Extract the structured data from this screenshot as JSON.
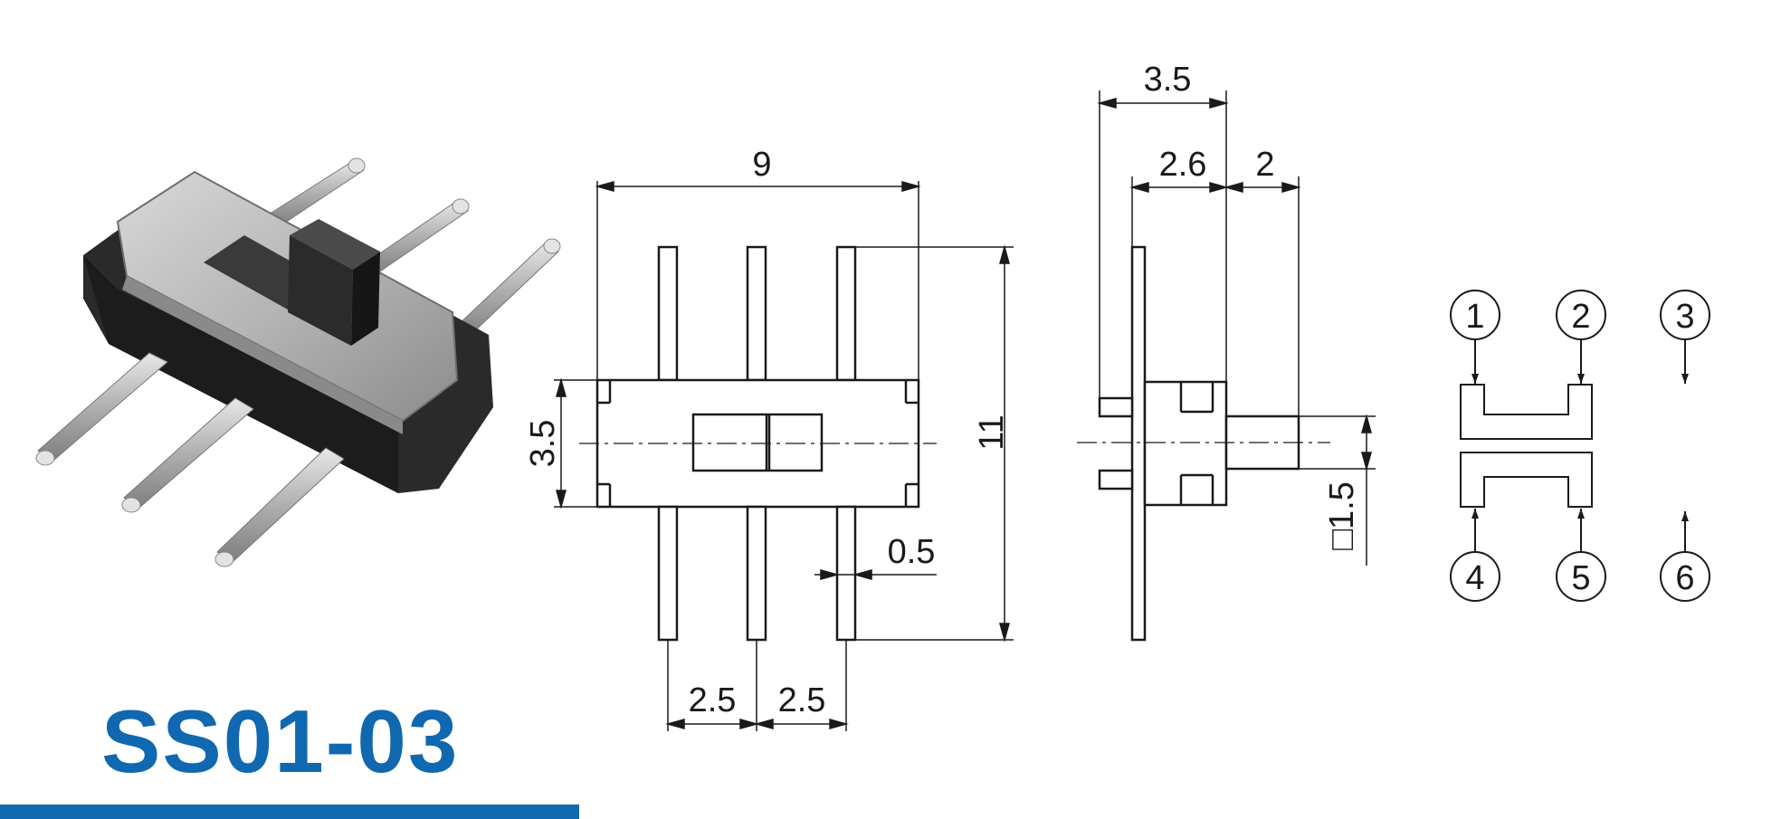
{
  "model": "SS01-03",
  "brand_color": "#0f68b0",
  "front_view": {
    "width": "9",
    "body_height": "3.5",
    "overall_height": "11",
    "pin_thickness": "0.5",
    "pitch_left": "2.5",
    "pitch_right": "2.5"
  },
  "side_view": {
    "overall_depth": "3.5",
    "body_depth": "2.6",
    "actuator_length": "2",
    "actuator_size": "□1.5"
  },
  "schematic": {
    "pins": [
      "1",
      "2",
      "3",
      "4",
      "5",
      "6"
    ]
  }
}
